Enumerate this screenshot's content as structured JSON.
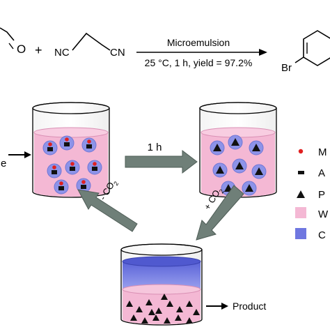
{
  "reaction": {
    "plus": "+",
    "aldehyde_o": "O",
    "nc_left": "NC",
    "cn_right": "CN",
    "condition_top": "Microemulsion",
    "condition_bottom": "25 °C, 1 h, yield = 97.2%",
    "product_br": "Br"
  },
  "process": {
    "left_partial_label": "e",
    "step_time": "1 h",
    "co2_out": "- CO",
    "co2_in": "+ CO",
    "co2_subscript": "2",
    "product_label": "Product"
  },
  "legend": {
    "items": [
      {
        "text": "M",
        "symbol": "red-dot"
      },
      {
        "text": "A",
        "symbol": "black-rect"
      },
      {
        "text": "P",
        "symbol": "black-triangle"
      },
      {
        "text": "W",
        "symbol": "pink-square"
      },
      {
        "text": "C",
        "symbol": "blue-square"
      }
    ]
  },
  "colors": {
    "water_pink": "#f4b8d4",
    "oil_blue": "#6f77e0",
    "droplet_blue": "#8d93e8",
    "arrow_grey": "#6f7f78",
    "reagent_red": "#e02020"
  }
}
